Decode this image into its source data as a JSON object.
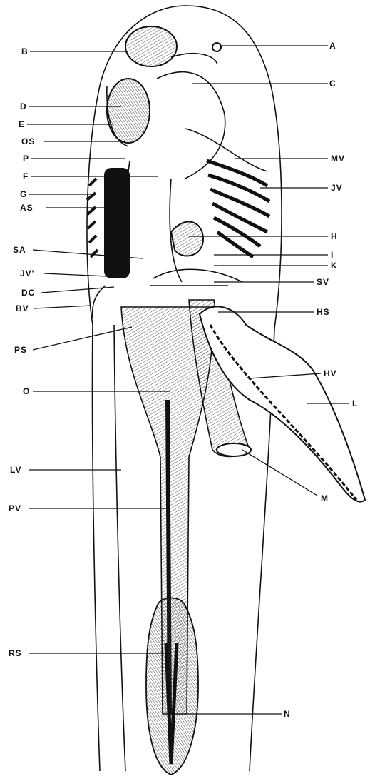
{
  "figure": {
    "colors": {
      "ink": "#111111",
      "paper": "#ffffff",
      "shade": "#8a8a8a"
    },
    "labels": {
      "A": "A",
      "B": "B",
      "C": "C",
      "D": "D",
      "E": "E",
      "OS": "OS",
      "P": "P",
      "F": "F",
      "G": "G",
      "MV": "MV",
      "JV": "JV",
      "AS": "AS",
      "H": "H",
      "SA": "SA",
      "I": "I",
      "K": "K",
      "JV2": "JV'",
      "DC": "DC",
      "SV": "SV",
      "BV": "BV",
      "HS": "HS",
      "PS": "PS",
      "HV": "HV",
      "O": "O",
      "L": "L",
      "LV": "LV",
      "M": "M",
      "PV": "PV",
      "RS": "RS",
      "N": "N"
    }
  }
}
